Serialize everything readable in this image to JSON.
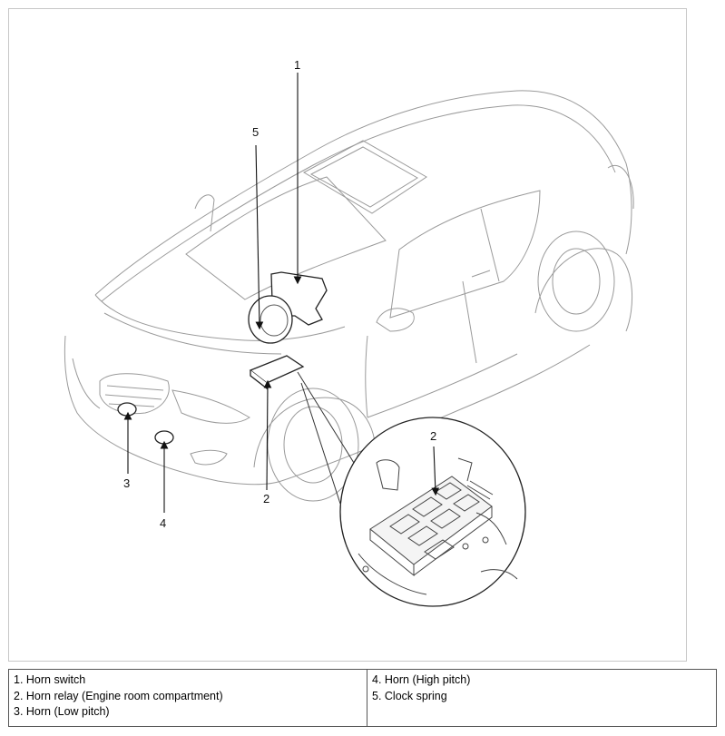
{
  "diagram": {
    "callouts": {
      "horn_switch": "1",
      "horn_relay": "2",
      "horn_relay_detail": "2",
      "horn_low_pitch": "3",
      "horn_high_pitch": "4",
      "clock_spring": "5"
    }
  },
  "legend": {
    "left": [
      "1. Horn switch",
      "2. Horn relay (Engine room compartment)",
      "3. Horn (Low pitch)"
    ],
    "right": [
      "4. Horn (High pitch)",
      "5. Clock spring"
    ]
  }
}
